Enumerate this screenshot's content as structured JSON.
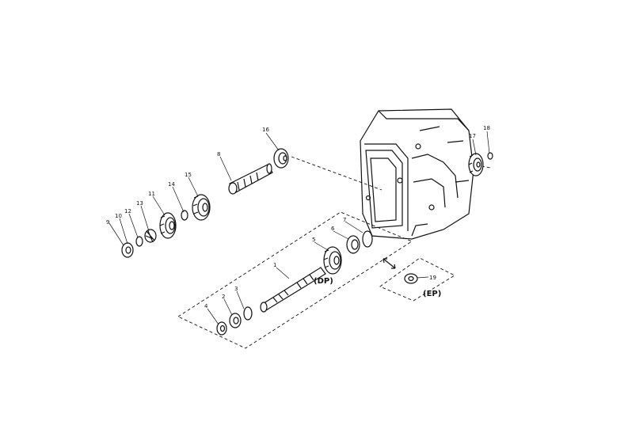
{
  "diagram": {
    "part_labels": {
      "p1": "1",
      "p2": "2",
      "p3": "3",
      "p4": "4",
      "p5": "5",
      "p6": "6",
      "p7": "7",
      "p8": "8",
      "p9": "9",
      "p10": "10",
      "p11": "11",
      "p12": "12",
      "p13": "13",
      "p14": "14",
      "p15": "15",
      "p16": "16",
      "p17": "17",
      "p18": "18",
      "p19": "19"
    },
    "groups": {
      "dp": "(DP)",
      "ep": "(EP)"
    }
  }
}
